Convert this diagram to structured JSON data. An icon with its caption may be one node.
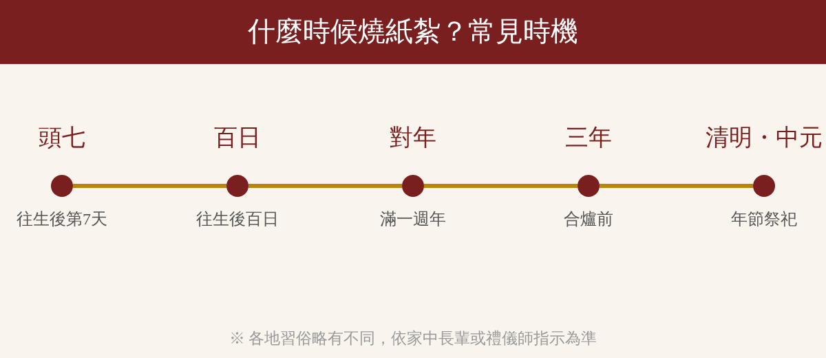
{
  "diagram": {
    "title": "什麼時候燒紙紮？常見時機",
    "nodes": [
      {
        "text": [
          "頭七"
        ],
        "beside": [
          "往生後第7天"
        ]
      },
      {
        "text": [
          "百日"
        ],
        "beside": [
          "往生後百日"
        ]
      },
      {
        "text": [
          "對年"
        ],
        "beside": [
          "滿一週年"
        ]
      },
      {
        "text": [
          "三年"
        ],
        "beside": [
          "合爐前"
        ]
      },
      {
        "text": [
          "清明・中元"
        ],
        "beside": [
          "年節祭祀"
        ]
      }
    ],
    "edges": [
      {
        "from": 0,
        "to": 1,
        "arrow": "none"
      },
      {
        "from": 1,
        "to": 2,
        "arrow": "none"
      },
      {
        "from": 2,
        "to": 3,
        "arrow": "none"
      },
      {
        "from": 3,
        "to": 4,
        "arrow": "none"
      }
    ],
    "caption": "※ 各地習俗略有不同，依家中長輩或禮儀師指示為準"
  }
}
